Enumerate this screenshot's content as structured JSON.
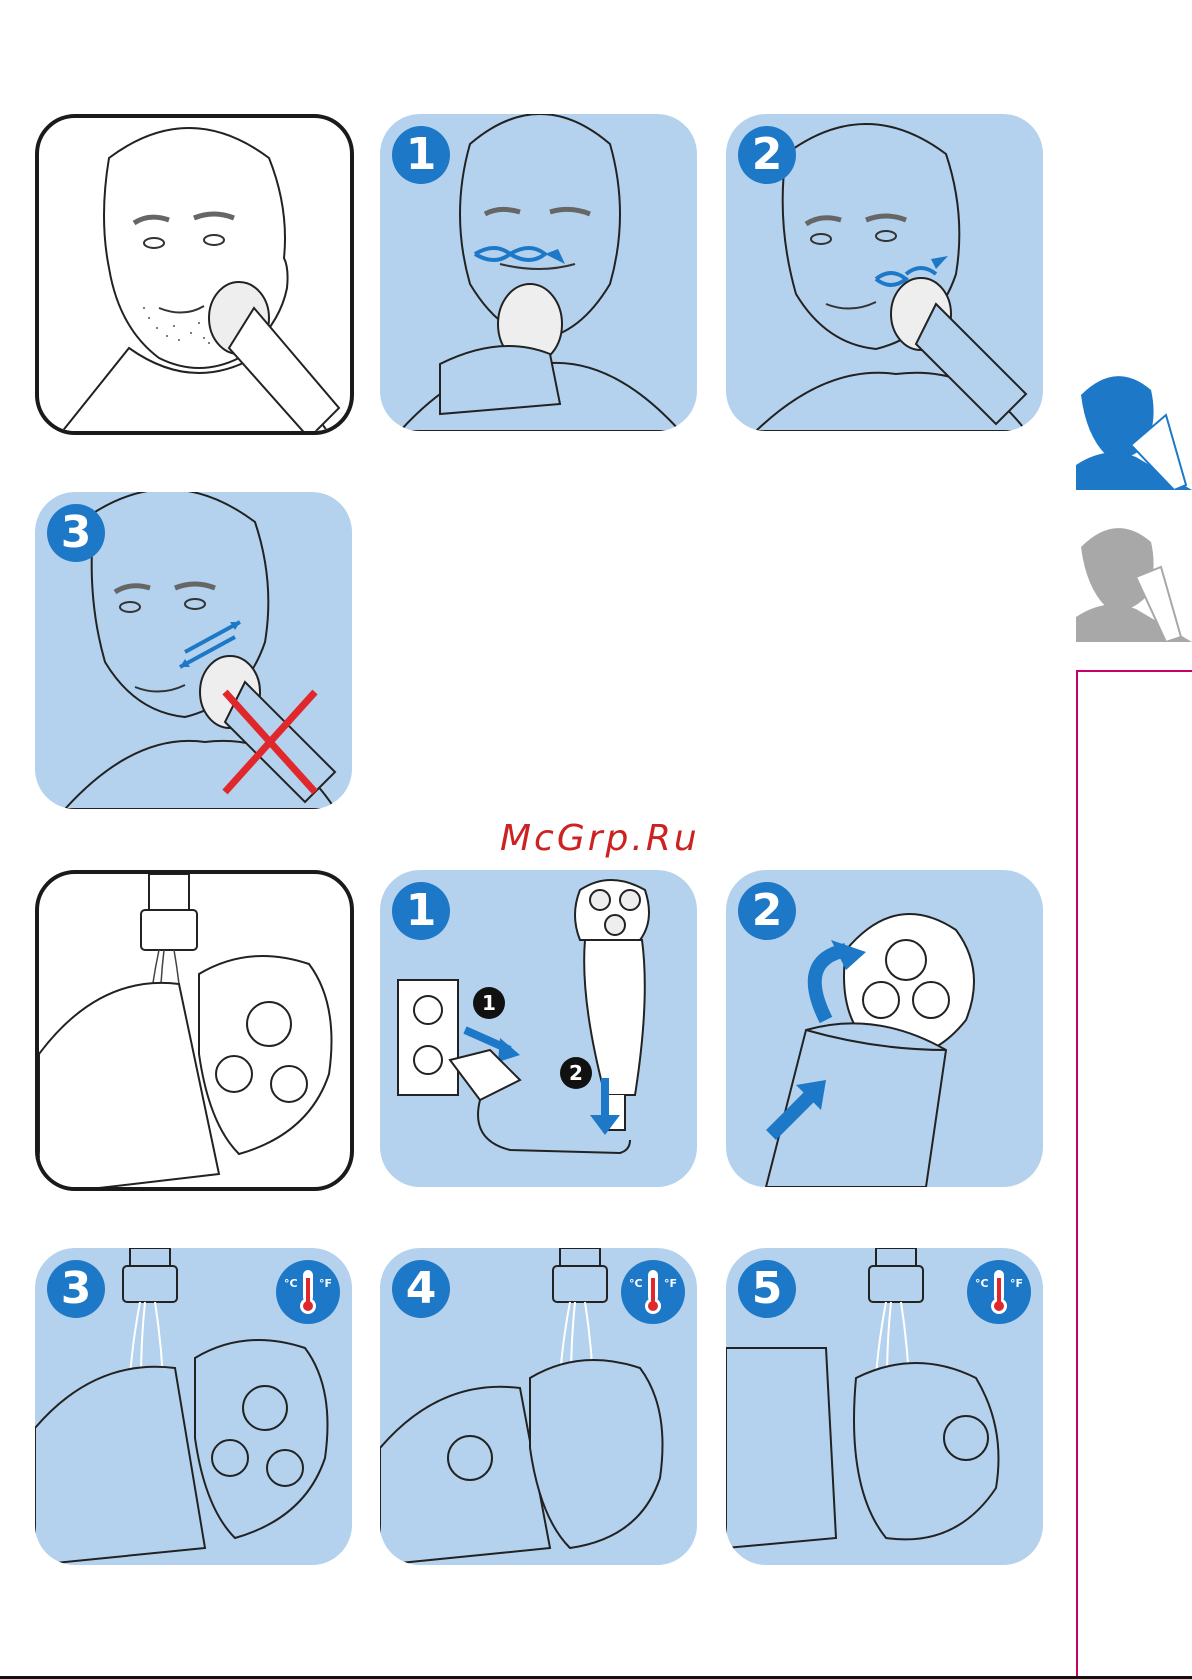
{
  "shaving": {
    "intro_alt": "",
    "steps": [
      {
        "label": "1"
      },
      {
        "label": "2"
      },
      {
        "label": "3"
      }
    ]
  },
  "watermark": "McGrp.Ru",
  "cleaning": {
    "steps": [
      {
        "label": "1",
        "sub_markers": [
          "1",
          "2"
        ]
      },
      {
        "label": "2"
      },
      {
        "label": "3"
      },
      {
        "label": "4"
      },
      {
        "label": "5"
      }
    ],
    "temperature_badge": {
      "celsius": "°C",
      "fahrenheit": "°F",
      "icon": "thermometer-icon"
    }
  },
  "colors": {
    "panel_blue": "#b4d2ed",
    "badge_blue": "#1e78c8",
    "sidebar_accent": "#c8006a",
    "warning_red": "#e0282c",
    "watermark_red": "#cc2222"
  },
  "sidebar_icons": [
    "shaving-active-icon",
    "shaving-inactive-icon"
  ]
}
